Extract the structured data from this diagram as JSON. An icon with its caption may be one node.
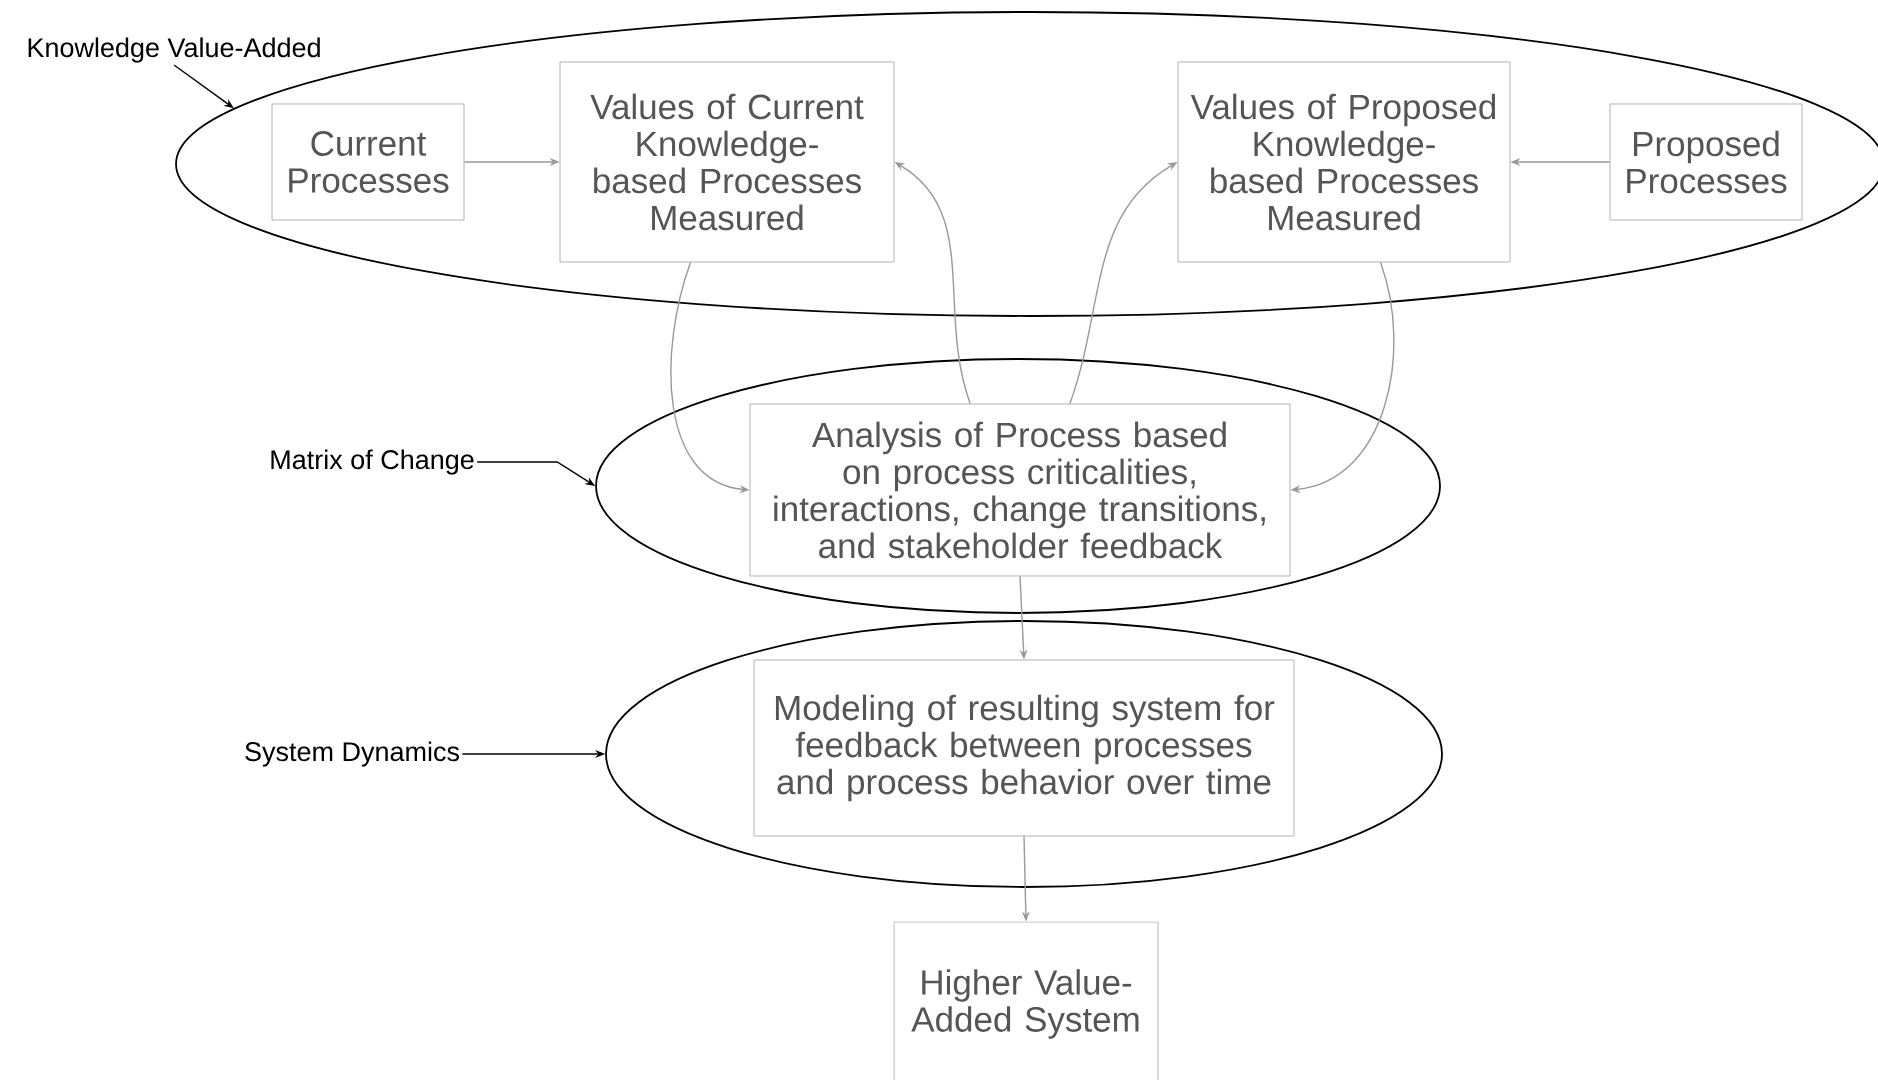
{
  "diagram": {
    "nodes": [
      {
        "text": [
          "Knowledge Value-Added"
        ]
      },
      {
        "text": [],
        "shape": "ellipse"
      },
      {
        "text": [
          "Current Processes"
        ],
        "in": 1
      },
      {
        "text": [
          "Values of Current Knowledge-based Processes Measured"
        ],
        "in": 1
      },
      {
        "text": [
          "Values of Proposed Knowledge-based Processes Measured"
        ],
        "in": 1
      },
      {
        "text": [
          "Proposed Processes"
        ],
        "in": 1
      },
      {
        "text": [
          "Matrix of Change"
        ]
      },
      {
        "text": [],
        "shape": "ellipse"
      },
      {
        "text": [
          "Analysis of Process based on process criticalities, interactions, change transitions, and stakeholder feedback"
        ],
        "in": 7
      },
      {
        "text": [
          "System Dynamics"
        ]
      },
      {
        "text": [],
        "shape": "ellipse"
      },
      {
        "text": [
          "Modeling of resulting system for feedback between processes and process behavior over time"
        ],
        "in": 10
      },
      {
        "text": [
          "Higher Value-Added System"
        ]
      }
    ],
    "edges": [
      {
        "from": 0,
        "to": 1,
        "arrow": "to",
        "color": "#000000"
      },
      {
        "from": 2,
        "to": 3,
        "arrow": "to"
      },
      {
        "from": 5,
        "to": 4,
        "arrow": "to"
      },
      {
        "from": 3,
        "to": 8,
        "arrow": "to"
      },
      {
        "from": 8,
        "to": 3,
        "arrow": "to"
      },
      {
        "from": 8,
        "to": 4,
        "arrow": "to"
      },
      {
        "from": 4,
        "to": 8,
        "arrow": "to"
      },
      {
        "from": 6,
        "to": 7,
        "arrow": "to",
        "color": "#000000"
      },
      {
        "from": 8,
        "to": 11,
        "arrow": "to"
      },
      {
        "from": 9,
        "to": 10,
        "arrow": "to",
        "color": "#000000"
      },
      {
        "from": 11,
        "to": 12,
        "arrow": "to"
      }
    ]
  }
}
